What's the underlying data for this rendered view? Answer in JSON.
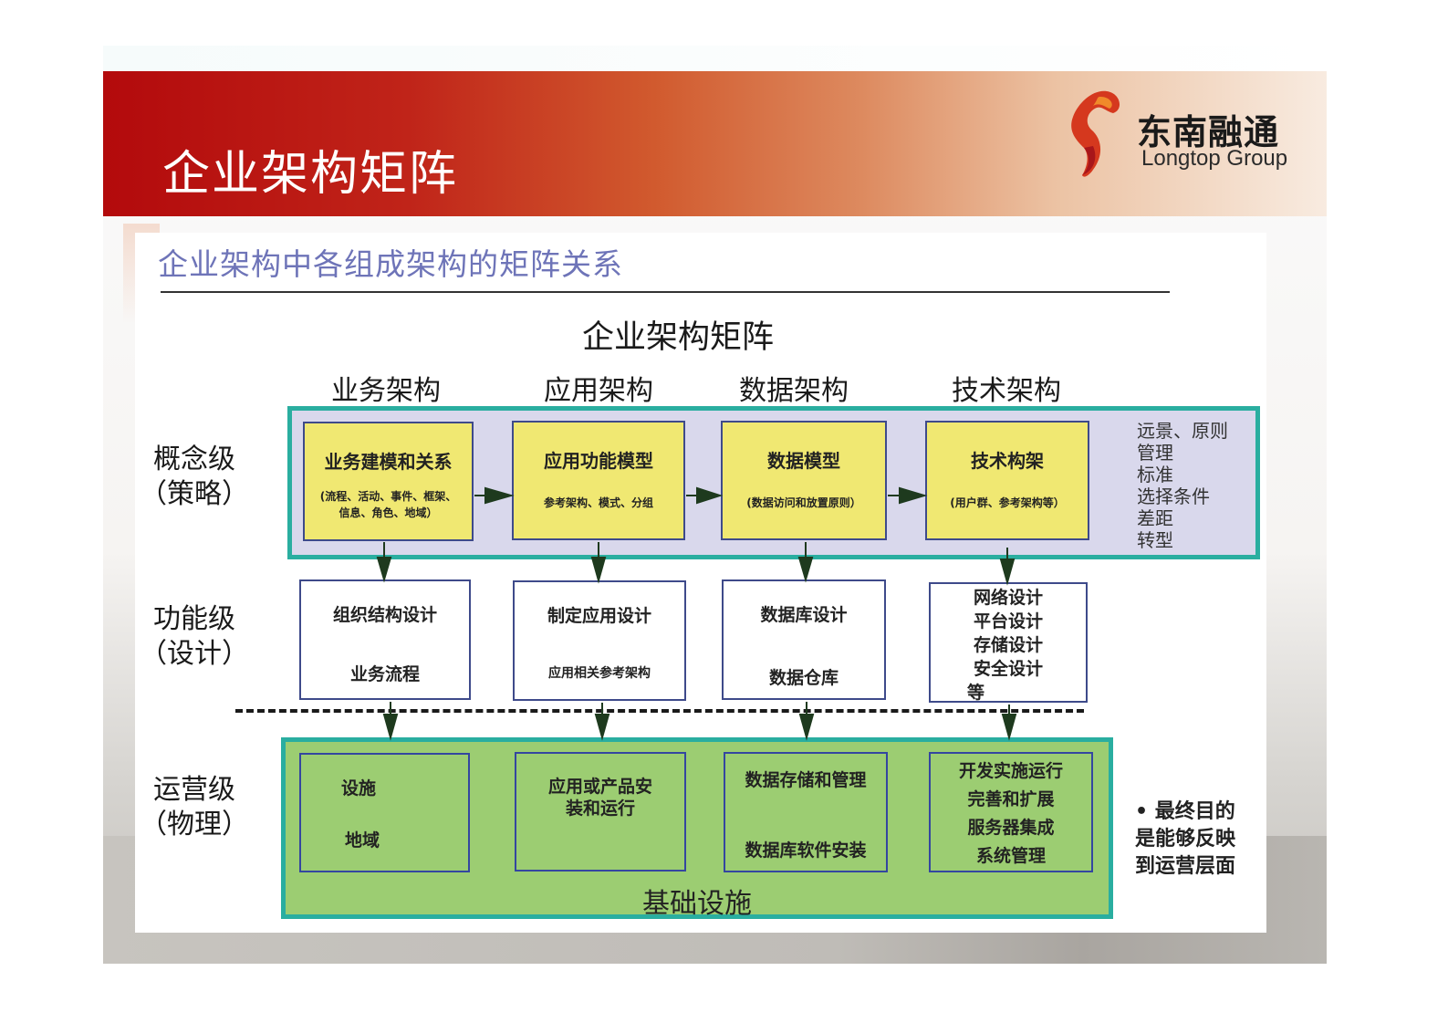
{
  "slide": {
    "title": "企业架构矩阵",
    "logo": {
      "cn": "东南融通",
      "en": "Longtop Group"
    },
    "subtitle": "企业架构中各组成架构的矩阵关系"
  },
  "diagram": {
    "title": "企业架构矩阵",
    "columns": [
      "业务架构",
      "应用架构",
      "数据架构",
      "技术架构"
    ],
    "rows": [
      {
        "label": "概念级",
        "sub": "（策略）"
      },
      {
        "label": "功能级",
        "sub": "（设计）"
      },
      {
        "label": "运营级",
        "sub": "（物理）"
      }
    ],
    "concept_boxes": [
      {
        "title": "业务建模和关系",
        "sub": [
          "(流程、活动、事件、框架、",
          "信息、角色、地域）"
        ]
      },
      {
        "title": "应用功能模型",
        "sub": [
          "参考架构、模式、分组"
        ]
      },
      {
        "title": "数据模型",
        "sub": [
          "(数据访问和放置原则）"
        ]
      },
      {
        "title": "技术构架",
        "sub": [
          "(用户群、参考架构等）"
        ]
      }
    ],
    "concept_notes": [
      "远景、原则",
      "管理",
      "标准",
      "选择条件",
      "差距",
      "转型"
    ],
    "design_boxes": [
      {
        "lines": [
          "组织结构设计",
          "业务流程"
        ]
      },
      {
        "lines": [
          "制定应用设计",
          "应用相关参考架构"
        ]
      },
      {
        "lines": [
          "数据库设计",
          "数据仓库"
        ]
      },
      {
        "lines": [
          "网络设计",
          "平台设计",
          "存储设计",
          "安全设计",
          "等"
        ]
      }
    ],
    "ops_boxes": [
      {
        "lines": [
          "设施",
          "地域"
        ]
      },
      {
        "lines": [
          "应用或产品安",
          "装和运行"
        ]
      },
      {
        "lines": [
          "数据存储和管理",
          "数据库软件安装"
        ]
      },
      {
        "lines": [
          "开发实施运行",
          "完善和扩展",
          "服务器集成",
          "系统管理"
        ]
      }
    ],
    "ops_footer": "基础设施",
    "goal_note": [
      "• 最终目的",
      "是能够反映",
      "到运营层面"
    ]
  },
  "colors": {
    "header_red": "#b30a0c",
    "subtitle_blue": "#6e74b8",
    "concept_band": "#d9d8ec",
    "band_border": "#2aaea0",
    "yellow_box": "#f0e872",
    "ops_band": "#9ccd72",
    "arrow": "#1e3a1e"
  }
}
